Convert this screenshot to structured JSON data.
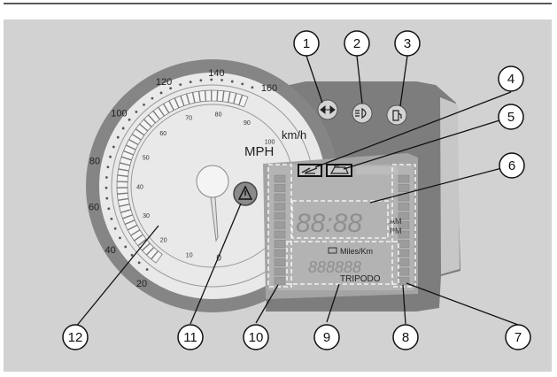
{
  "speedometer": {
    "kmh_ticks": [
      "20",
      "40",
      "60",
      "80",
      "100",
      "120",
      "140",
      "160"
    ],
    "mph_ticks": [
      "0",
      "10",
      "20",
      "30",
      "40",
      "50",
      "60",
      "70",
      "80",
      "90",
      "100"
    ],
    "kmh_unit": "km/h",
    "mph_unit": "MPH"
  },
  "lcd": {
    "clock_digits": "88:88",
    "am_label": "AM",
    "pm_label": "PM",
    "odo_unit": "Miles/Km",
    "odo_digits": "888888",
    "trip_odo_label": "TRIPODO"
  },
  "callouts": [
    "1",
    "2",
    "3",
    "4",
    "5",
    "6",
    "7",
    "8",
    "9",
    "10",
    "11",
    "12"
  ],
  "colors": {
    "background": "#d2d2d2",
    "bezel": "#858585",
    "dial_face": "#e9e9e9",
    "panel": "#a7a7a7",
    "lcd": "#b3b3b3",
    "callout_fill": "#ffffff"
  },
  "icons": {
    "indicator_1": "turn-signal-arrows-icon",
    "indicator_2": "high-beam-icon",
    "indicator_3": "fuel-pump-icon",
    "indicator_4": "temperature-icon",
    "indicator_5": "oil-can-icon",
    "warning_11": "warning-triangle-icon"
  }
}
